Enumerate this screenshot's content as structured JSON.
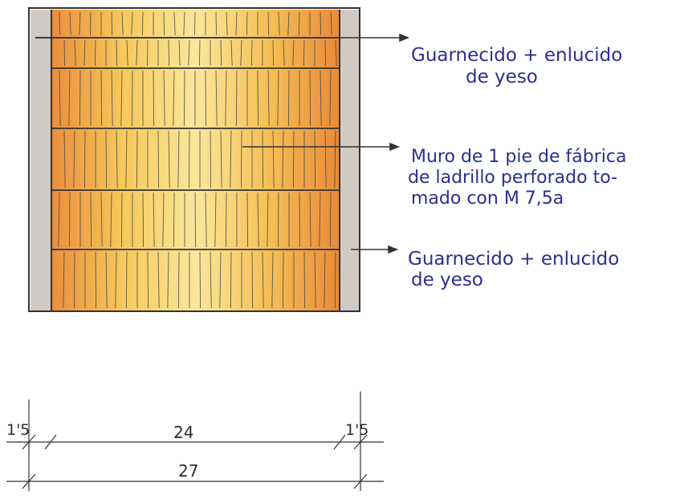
{
  "labels": {
    "top_line1": "Guarnecido + enlucido",
    "top_line2": "de yeso",
    "mid_line1": "Muro de 1 pie de fábrica",
    "mid_line2": "de ladrillo perforado to-",
    "mid_line3": "mado con M 7,5a",
    "bot_line1": "Guarnecido + enlucido",
    "bot_line2": "de yeso"
  },
  "dimensions": {
    "left_plaster": "1'5",
    "brick": "24",
    "right_plaster": "1'5",
    "total": "27"
  },
  "colors": {
    "ink": "#2b2f8f",
    "brick_orange": "#eb8f3a",
    "brick_yellow": "#f9e27a",
    "plaster_grey": "#c9c6bf",
    "pencil": "#333333"
  }
}
